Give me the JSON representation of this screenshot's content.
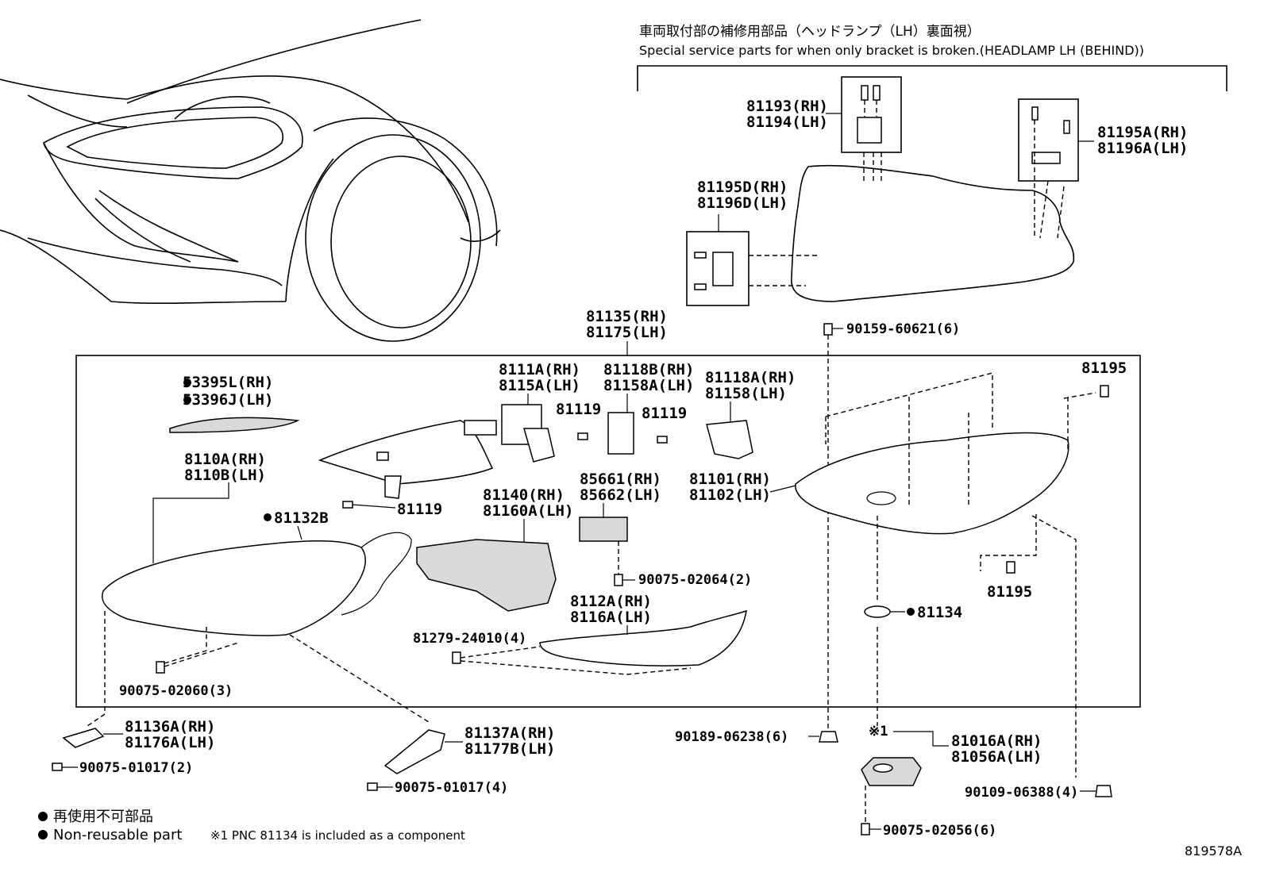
{
  "header": {
    "title_jp": "車両取付部の補修用部品（ヘッドランプ（LH）裏面視）",
    "title_en": "Special service parts for when only bracket is broken.(HEADLAMP LH (BEHIND))"
  },
  "parts": {
    "p81193": "81193(RH)",
    "p81194": "81194(LH)",
    "p81195A": "81195A(RH)",
    "p81196A": "81196A(LH)",
    "p81195D": "81195D(RH)",
    "p81196D": "81196D(LH)",
    "p81135": "81135(RH)",
    "p81175": "81175(LH)",
    "p90159": "90159-60621(6)",
    "p53395L": "53395L(RH)",
    "p53396J": "53396J(LH)",
    "p8111A": "8111A(RH)",
    "p8115A": "8115A(LH)",
    "p81118B": "81118B(RH)",
    "p81158A": "81158A(LH)",
    "p81118A": "81118A(RH)",
    "p81158": "81158(LH)",
    "p81195_top": "81195",
    "p81119_a": "81119",
    "p81119_b": "81119",
    "p81119_c": "81119",
    "p8110A": "8110A(RH)",
    "p8110B": "8110B(LH)",
    "p81132B": "81132B",
    "p81140": "81140(RH)",
    "p81160A": "81160A(LH)",
    "p85661": "85661(RH)",
    "p85662": "85662(LH)",
    "p81101": "81101(RH)",
    "p81102": "81102(LH)",
    "p90075_02064": "90075-02064(2)",
    "p81195_bot": "81195",
    "p81134": "81134",
    "p8112A": "8112A(RH)",
    "p8116A": "8116A(LH)",
    "p81279": "81279-24010(4)",
    "p90075_02060": "90075-02060(3)",
    "p81136A": "81136A(RH)",
    "p81176A": "81176A(LH)",
    "p90075_01017_a": "90075-01017(2)",
    "p81137A": "81137A(RH)",
    "p81177B": "81177B(LH)",
    "p90075_01017_b": "90075-01017(4)",
    "p90189": "90189-06238(6)",
    "note_mark": "※1",
    "p81016A": "81016A(RH)",
    "p81056A": "81056A(LH)",
    "p90109": "90109-06388(4)",
    "p90075_02056": "90075-02056(6)"
  },
  "legend": {
    "jp": "再使用不可部品",
    "en": "Non-reusable part",
    "note": "※1 PNC 81134 is included as a component"
  },
  "figure_id": "819578A"
}
